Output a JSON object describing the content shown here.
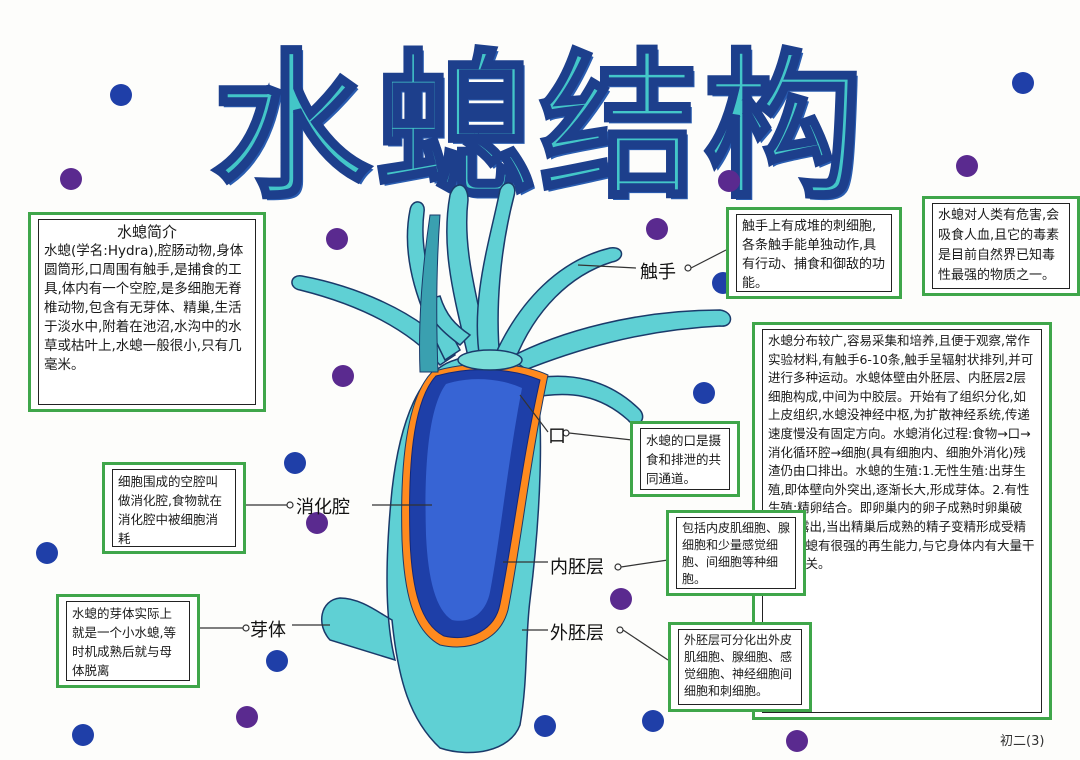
{
  "title": "水螅结构",
  "intro": {
    "heading": "水螅简介",
    "text": "水螅(学名:Hydra),腔肠动物,身体圆筒形,口周围有触手,是捕食的工具,体内有一个空腔,是多细胞无脊椎动物,包含有无芽体、精巢,生活于淡水中,附着在池沼,水沟中的水草或枯叶上,水螅一般很小,只有几毫米。"
  },
  "tentacle_note": "触手上有成堆的刺细胞,各条触手能单独动作,具有行动、捕食和御敌的功能。",
  "danger_note": "水螅对人类有危害,会吸食人血,且它的毒素是目前自然界已知毒性最强的物质之一。",
  "detail_note": "水螅分布较广,容易采集和培养,且便于观察,常作实验材料,有触手6-10条,触手呈辐射状排列,并可进行多种运动。水螅体壁由外胚层、内胚层2层细胞构成,中间为中胶层。开始有了组织分化,如上皮组织,水螅没神经中枢,为扩散神经系统,传递速度慢没有固定方向。水螅消化过程:食物→口→消化循环腔→细胞(具有细胞内、细胞外消化)残渣仍由口排出。水螅的生殖:1.无性生殖:出芽生殖,即体壁向外突出,逐渐长大,形成芽体。2.有性生殖:精卵结合。即卵巢内的卵子成熟时卵巢破裂,卵露出,当出精巢后成熟的精子变精形成受精卵。水螅有很强的再生能力,与它身体内有大量干细胞有关。",
  "mouth_note": "水螅的口是摄食和排泄的共同通道。",
  "cavity_note": "细胞围成的空腔叫做消化腔,食物就在消化腔中被细胞消耗",
  "bud_note": "水螅的芽体实际上就是一个小水螅,等时机成熟后就与母体脱离",
  "endoderm_note": "包括内皮肌细胞、腺细胞和少量感觉细胞、间细胞等种细胞。",
  "ectoderm_note": "外胚层可分化出外皮肌细胞、腺细胞、感觉细胞、神经细胞间细胞和刺细胞。",
  "labels": {
    "tentacle": "触手",
    "mouth": "口",
    "cavity": "消化腔",
    "endoderm": "内胚层",
    "bud": "芽体",
    "ectoderm": "外胚层"
  },
  "signature": "初二(3)",
  "colors": {
    "title_fill": "#43c6c8",
    "title_stroke": "#1d3f8c",
    "body": "#5fd0d4",
    "endoderm": "#1e3fa8",
    "ectoderm_line": "#ff8a1e",
    "box_border": "#3fa64a",
    "dot_blue": "#1f3fa8",
    "dot_purple": "#5a2a8f"
  }
}
